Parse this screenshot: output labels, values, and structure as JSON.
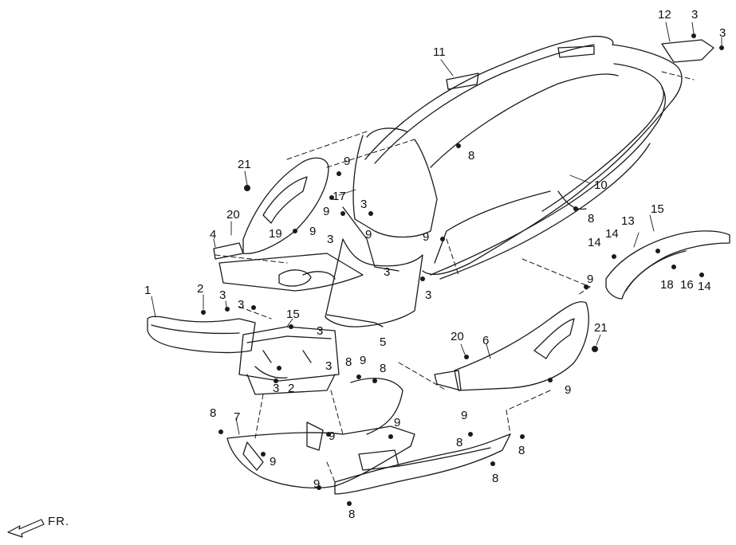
{
  "diagram": {
    "direction_label": "FR.",
    "line_color": "#1a1a1a",
    "callouts": [
      "1",
      "2",
      "3",
      "3",
      "3",
      "3",
      "3",
      "3",
      "3",
      "3",
      "3",
      "4",
      "5",
      "6",
      "7",
      "8",
      "8",
      "8",
      "8",
      "8",
      "8",
      "8",
      "8",
      "8",
      "9",
      "9",
      "9",
      "9",
      "9",
      "9",
      "9",
      "9",
      "9",
      "9",
      "9",
      "10",
      "11",
      "12",
      "13",
      "14",
      "14",
      "14",
      "15",
      "15",
      "16",
      "17",
      "18",
      "19",
      "20",
      "20",
      "21",
      "21",
      "2",
      "3",
      "3"
    ]
  }
}
